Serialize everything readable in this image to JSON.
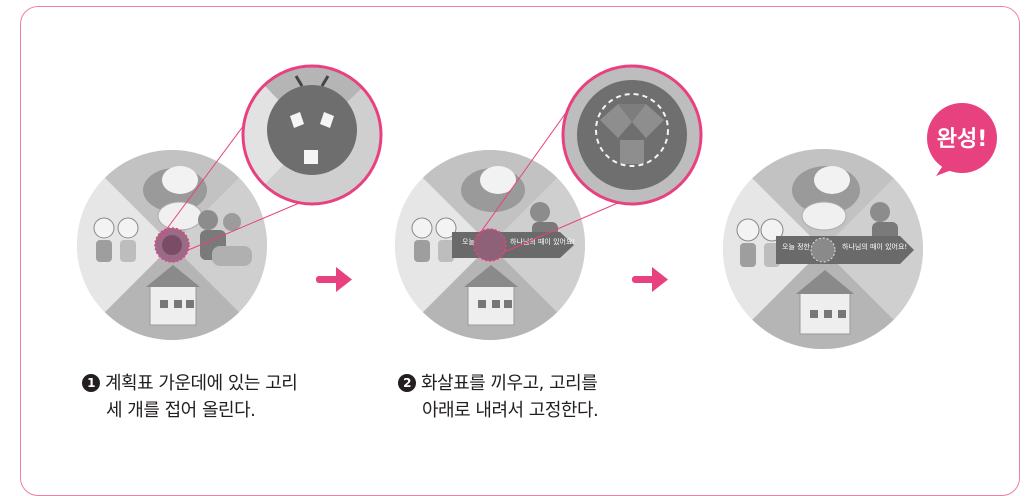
{
  "steps": [
    {
      "number": "1",
      "line1": "계획표 가운데에 있는 고리",
      "line2": "세 개를 접어 올린다."
    },
    {
      "number": "2",
      "line1": "화살표를 끼우고, 고리를",
      "line2": "아래로 내려서 고정한다."
    }
  ],
  "complete_badge": "완성!",
  "arrow_text": {
    "left": "오늘 정한",
    "right": "하나님의 때이 있어요!"
  },
  "colors": {
    "accent": "#e8417f",
    "border": "#f07fa8",
    "gray_dark": "#6e6e6e",
    "gray_mid": "#a8a8a8",
    "gray_light": "#d8d8d8"
  }
}
